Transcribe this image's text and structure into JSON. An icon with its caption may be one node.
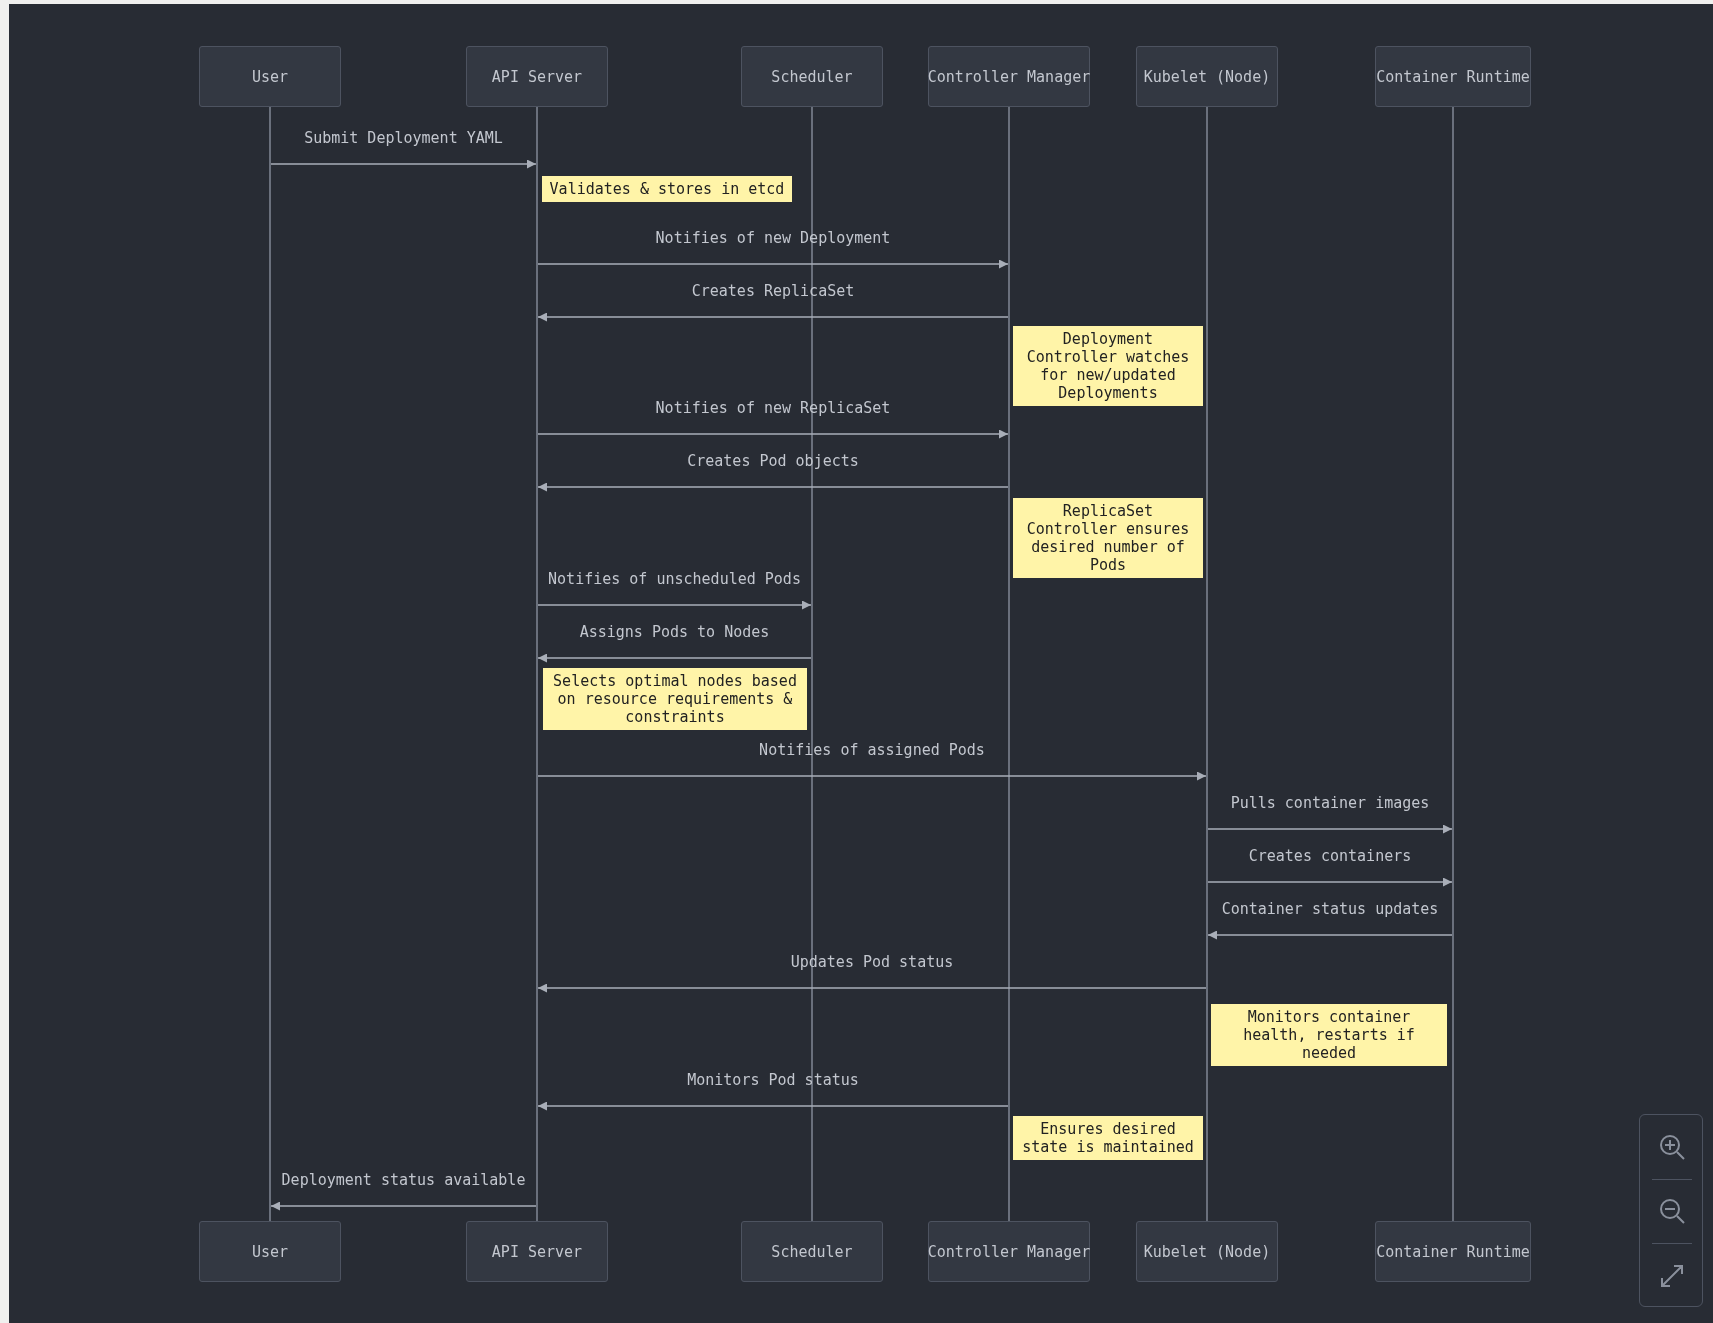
{
  "diagram": {
    "nodes": [
      {
        "text": [
          "User"
        ]
      },
      {
        "text": [
          "API Server"
        ]
      },
      {
        "text": [
          "Scheduler"
        ]
      },
      {
        "text": [
          "Controller Manager"
        ]
      },
      {
        "text": [
          "Kubelet (Node)"
        ]
      },
      {
        "text": [
          "Container Runtime"
        ]
      },
      {
        "text": [
          "User"
        ]
      },
      {
        "text": [
          "API Server"
        ]
      },
      {
        "text": [
          "Scheduler"
        ]
      },
      {
        "text": [
          "Controller Manager"
        ]
      },
      {
        "text": [
          "Kubelet (Node)"
        ]
      },
      {
        "text": [
          "Container Runtime"
        ]
      },
      {
        "text": [
          "Validates & stores in etcd"
        ]
      },
      {
        "text": [
          "Deployment Controller watches for new/updated Deployments"
        ]
      },
      {
        "text": [
          "ReplicaSet Controller ensures desired number of Pods"
        ]
      },
      {
        "text": [
          "Selects optimal nodes based on resource requirements & constraints"
        ]
      },
      {
        "text": [
          "Monitors container health, restarts if needed"
        ]
      },
      {
        "text": [
          "Ensures desired state is maintained"
        ]
      },
      {
        "text": [],
        "shape": "bar"
      },
      {
        "text": [],
        "shape": "bar"
      },
      {
        "text": [],
        "shape": "bar"
      },
      {
        "text": [],
        "shape": "bar"
      },
      {
        "text": [],
        "shape": "bar"
      },
      {
        "text": [],
        "shape": "bar"
      }
    ],
    "edges": [
      {
        "from": 18,
        "to": 19,
        "arrow": "to",
        "label": "Submit Deployment YAML"
      },
      {
        "from": 19,
        "to": 21,
        "arrow": "to",
        "label": "Notifies of new Deployment"
      },
      {
        "from": 21,
        "to": 19,
        "arrow": "to",
        "label": "Creates ReplicaSet"
      },
      {
        "from": 19,
        "to": 21,
        "arrow": "to",
        "label": "Notifies of new ReplicaSet"
      },
      {
        "from": 21,
        "to": 19,
        "arrow": "to",
        "label": "Creates Pod objects"
      },
      {
        "from": 19,
        "to": 20,
        "arrow": "to",
        "label": "Notifies of unscheduled Pods"
      },
      {
        "from": 20,
        "to": 19,
        "arrow": "to",
        "label": "Assigns Pods to Nodes"
      },
      {
        "from": 19,
        "to": 22,
        "arrow": "to",
        "label": "Notifies of assigned Pods"
      },
      {
        "from": 22,
        "to": 23,
        "arrow": "to",
        "label": "Pulls container images"
      },
      {
        "from": 22,
        "to": 23,
        "arrow": "to",
        "label": "Creates containers"
      },
      {
        "from": 23,
        "to": 22,
        "arrow": "to",
        "label": "Container status updates"
      },
      {
        "from": 22,
        "to": 19,
        "arrow": "to",
        "label": "Updates Pod status"
      },
      {
        "from": 21,
        "to": 19,
        "arrow": "to",
        "label": "Monitors Pod status"
      },
      {
        "from": 19,
        "to": 18,
        "arrow": "to",
        "label": "Deployment status available"
      }
    ]
  }
}
